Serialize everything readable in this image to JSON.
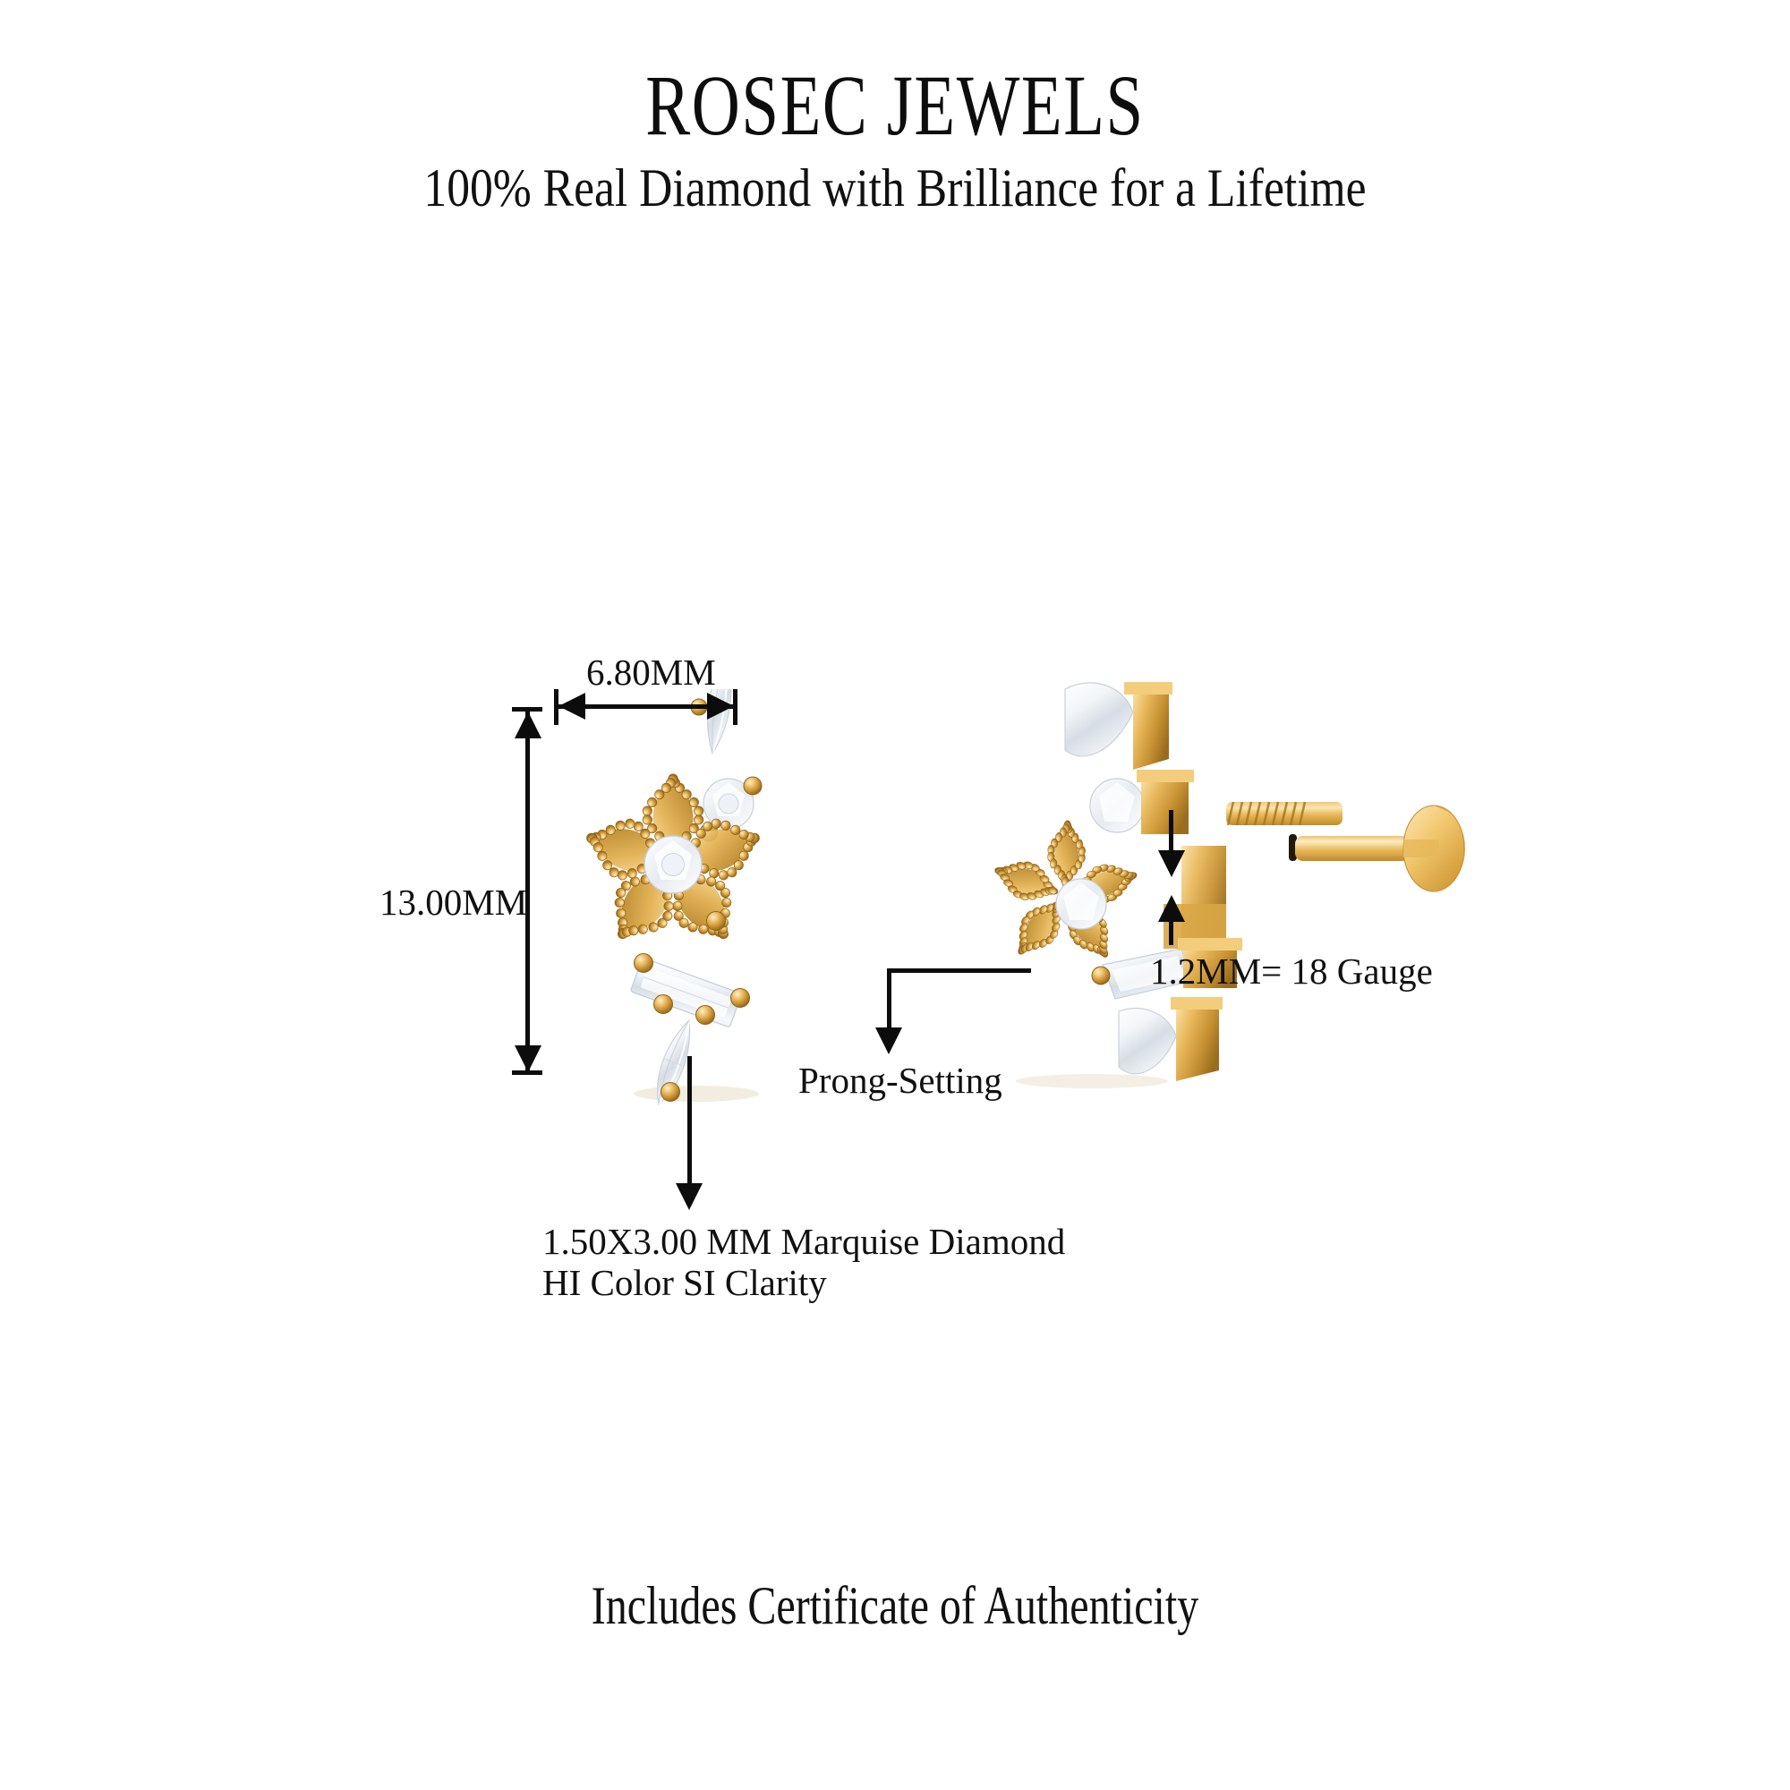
{
  "header": {
    "brand": "ROSEC JEWELS",
    "tagline": "100% Real Diamond with Brilliance for a Lifetime"
  },
  "footer": {
    "note": "Includes Certificate of Authenticity"
  },
  "annotations": {
    "width": "6.80MM",
    "height": "13.00MM",
    "gauge": "1.2MM= 18 Gauge",
    "setting": "Prong-Setting",
    "stone_line1": "1.50X3.00 MM Marquise Diamond",
    "stone_line2": "HI Color SI Clarity"
  },
  "colors": {
    "background": "#ffffff",
    "text": "#111111",
    "line": "#0c0c0c",
    "gold_light": "#f7d58a",
    "gold_mid": "#e0ab48",
    "gold_dark": "#b07d25",
    "gold_deep": "#8c5f18",
    "diamond_light": "#ffffff",
    "diamond_shade": "#d8dde4"
  },
  "product": {
    "type": "flat-back-labret-earring",
    "views": [
      {
        "name": "front-view",
        "description": "Beaded five-petal flower with marquise, round and baguette diamonds"
      },
      {
        "name": "side-view",
        "description": "Angled view showing threaded post and flat back disc"
      }
    ]
  }
}
